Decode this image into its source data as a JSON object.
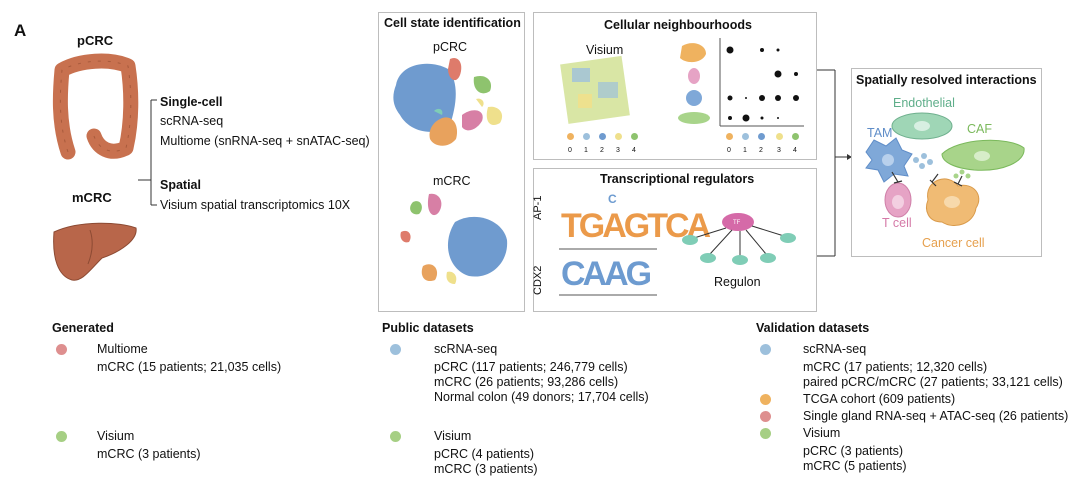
{
  "panel_letter": "A",
  "colors": {
    "organ": "#c8714f",
    "liver": "#b8664a",
    "pink_dot": "#de8f8f",
    "green_dot": "#a6cf84",
    "blue_dot": "#9dc0dc",
    "orange_dot": "#efb25f",
    "cluster_blue": "#6f9bcf",
    "cluster_pink": "#d77fa5",
    "cluster_green": "#8ec36e",
    "cluster_orange": "#e8a25d",
    "cluster_yellow": "#efe08c",
    "cluster_red": "#de7b6b",
    "logo_orange": "#eb9a4a",
    "logo_blue": "#6d9bd0",
    "regulon_node": "#7fcdb6",
    "tf_node": "#d56aa8",
    "cell_green": "#9fd6b6",
    "cell_caf": "#a8d48a",
    "cell_tam": "#7fa8d8",
    "cell_tcell": "#e6a3c5",
    "cell_cancer": "#f0bb74"
  },
  "left": {
    "pcrc_label": "pCRC",
    "mcrc_label": "mCRC",
    "singlecell": {
      "title": "Single-cell",
      "line1": "scRNA-seq",
      "line2": "Multiome (snRNA-seq + snATAC-seq)"
    },
    "spatial": {
      "title": "Spatial",
      "line1": "Visium spatial transcriptomics 10X"
    }
  },
  "cell_state": {
    "title": "Cell state identification",
    "pcrc_label": "pCRC",
    "mcrc_label": "mCRC"
  },
  "neighbourhoods": {
    "title": "Cellular neighbourhoods",
    "visium_label": "Visium",
    "legend_ticks": [
      "0",
      "1",
      "2",
      "3",
      "4"
    ],
    "dot_ticks": [
      "0",
      "1",
      "2",
      "3",
      "4"
    ]
  },
  "regulators": {
    "title": "Transcriptional regulators",
    "logo1_label": "AP-1",
    "logo1_seq": "TGAGTCA",
    "logo1_extra": "C",
    "logo2_label": "CDX2",
    "logo2_seq": "CAAG",
    "tf_label": "TF",
    "regulon_label": "Regulon"
  },
  "interactions": {
    "title": "Spatially resolved interactions",
    "endothelial": "Endothelial",
    "caf": "CAF",
    "tam": "TAM",
    "tcell": "T cell",
    "cancer": "Cancer cell"
  },
  "generated": {
    "title": "Generated",
    "items": [
      {
        "name": "Multiome",
        "detail": "mCRC (15 patients; 21,035 cells)"
      },
      {
        "name": "Visium",
        "detail": "mCRC (3 patients)"
      }
    ]
  },
  "public": {
    "title": "Public datasets",
    "scrna": {
      "name": "scRNA-seq",
      "lines": [
        "pCRC (117 patients; 246,779 cells)",
        "mCRC (26 patients;  93,286 cells)",
        "Normal colon (49 donors; 17,704 cells)"
      ]
    },
    "visium": {
      "name": "Visium",
      "lines": [
        "pCRC (4 patients)",
        "mCRC (3 patients)"
      ]
    }
  },
  "validation": {
    "title": "Validation datasets",
    "scrna": {
      "name": "scRNA-seq",
      "lines": [
        "mCRC (17 patients;  12,320 cells)",
        "paired pCRC/mCRC (27 patients; 33,121 cells)"
      ]
    },
    "tcga": "TCGA cohort (609 patients)",
    "single_gland": "Single gland RNA-seq + ATAC-seq (26 patients)",
    "visium": {
      "name": "Visium",
      "lines": [
        "pCRC (3 patients)",
        "mCRC (5 patients)"
      ]
    }
  }
}
